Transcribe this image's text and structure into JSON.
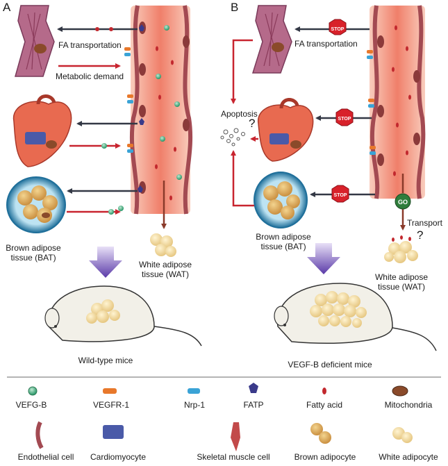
{
  "panels": {
    "a": {
      "letter": "A",
      "fa_transport": "FA transportation",
      "metabolic_demand": "Metabolic demand",
      "bat_line1": "Brown adipose",
      "bat_line2": "tissue (BAT)",
      "wat_line1": "White adipose",
      "wat_line2": "tissue (WAT)",
      "caption": "Wild-type mice"
    },
    "b": {
      "letter": "B",
      "fa_transport": "FA transportation",
      "apoptosis": "Apoptosis",
      "question": "?",
      "stop": "STOP",
      "go": "GO",
      "transport": "Transport",
      "bat_line1": "Brown adipose",
      "bat_line2": "tissue (BAT)",
      "wat_line1": "White adipose",
      "wat_line2": "tissue (WAT)",
      "caption": "VEGF-B deficient mice"
    }
  },
  "legend": {
    "row1": [
      "VEFG-B",
      "VEGFR-1",
      "Nrp-1",
      "FATP",
      "Fatty acid",
      "Mitochondria"
    ],
    "row2": [
      "Endothelial cell",
      "Cardiomyocyte",
      "Skeletal muscle cell",
      "Brown adipocyte",
      "White adipocyte"
    ]
  },
  "colors": {
    "vessel_wall": "#a34a52",
    "vessel_fill": "#f4a88f",
    "arrow_black": "#333845",
    "arrow_red": "#c8242f",
    "vegfb_green": "#4db88a",
    "vegfr1_orange": "#e8782b",
    "nrp1_blue": "#3aa3d6",
    "fatp_navy": "#3a3a8a",
    "fatty_acid": "#c2282e",
    "stop_red": "#d8212a",
    "go_green": "#2f7d3c",
    "brown_adipocyte": "#e0b060",
    "white_adipocyte": "#f5dea0",
    "bat_capsule": "#1f6f9a",
    "purple_arrow": "#6a4ab0"
  }
}
